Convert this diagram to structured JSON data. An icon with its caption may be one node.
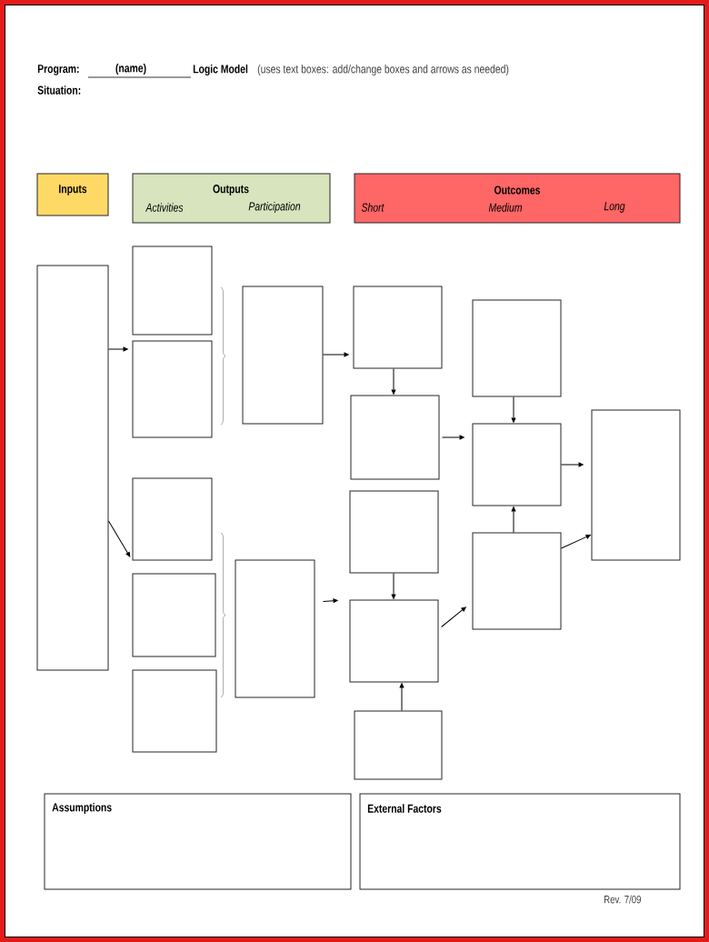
{
  "diagram": {
    "nodes": [
      {
        "text": [
          "Inputs"
        ]
      },
      {
        "text": [
          "Outputs",
          "Activities",
          "Participation"
        ]
      },
      {
        "text": [
          "Outcomes",
          "Short",
          "Medium",
          "Long"
        ]
      },
      {
        "text": [],
        "shape": "box"
      },
      {
        "text": [],
        "shape": "box"
      },
      {
        "text": [],
        "shape": "box"
      },
      {
        "text": [],
        "shape": "box"
      },
      {
        "text": [],
        "shape": "box"
      },
      {
        "text": [],
        "shape": "box"
      },
      {
        "text": [],
        "shape": "box"
      },
      {
        "text": [],
        "shape": "box"
      },
      {
        "text": [],
        "shape": "box"
      },
      {
        "text": [],
        "shape": "box"
      },
      {
        "text": [],
        "shape": "box"
      },
      {
        "text": [],
        "shape": "box"
      },
      {
        "text": [],
        "shape": "box"
      },
      {
        "text": [],
        "shape": "box"
      },
      {
        "text": [],
        "shape": "box"
      },
      {
        "text": [],
        "shape": "box"
      },
      {
        "text": [],
        "shape": "box"
      },
      {
        "text": [
          "Assumptions"
        ]
      },
      {
        "text": [
          "External Factors"
        ]
      }
    ],
    "edges": [
      {
        "from": 3,
        "to": 5,
        "arrow": "to"
      },
      {
        "from": 3,
        "to": 6,
        "arrow": "to"
      },
      {
        "from": 9,
        "to": 11,
        "arrow": "to"
      },
      {
        "from": 10,
        "to": 14,
        "arrow": "to"
      },
      {
        "from": 11,
        "to": 12,
        "arrow": "to"
      },
      {
        "from": 13,
        "to": 14,
        "arrow": "to"
      },
      {
        "from": 15,
        "to": 14,
        "arrow": "to"
      },
      {
        "from": 12,
        "to": 17,
        "arrow": "to"
      },
      {
        "from": 14,
        "to": 18,
        "arrow": "to"
      },
      {
        "from": 16,
        "to": 17,
        "arrow": "to"
      },
      {
        "from": 18,
        "to": 17,
        "arrow": "to"
      },
      {
        "from": 17,
        "to": 19,
        "arrow": "to"
      },
      {
        "from": 18,
        "to": 19,
        "arrow": "to"
      }
    ],
    "labels": [
      "Program:",
      "(name)",
      "Logic Model",
      "(uses text boxes: add/change boxes and arrows as needed)",
      "Situation:",
      "Rev. 7/09"
    ]
  }
}
